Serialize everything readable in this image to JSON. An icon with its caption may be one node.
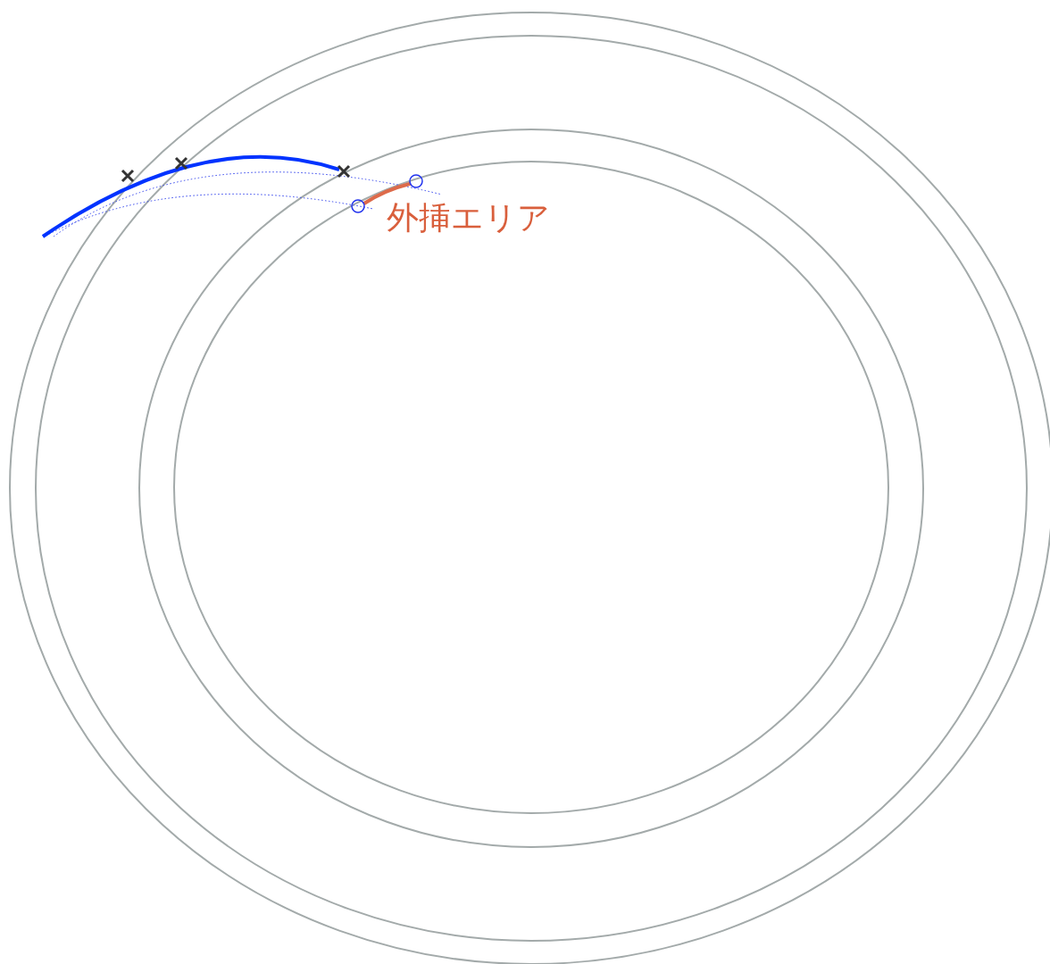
{
  "diagram": {
    "nodes": [
      {
        "text": [],
        "shape": "circle"
      },
      {
        "text": [],
        "shape": "circle"
      }
    ],
    "edges": [
      {
        "from": 0,
        "to": 1,
        "arrow": "none",
        "color": "#dd6a4a"
      }
    ],
    "labels": [
      "外挿エリア"
    ]
  }
}
